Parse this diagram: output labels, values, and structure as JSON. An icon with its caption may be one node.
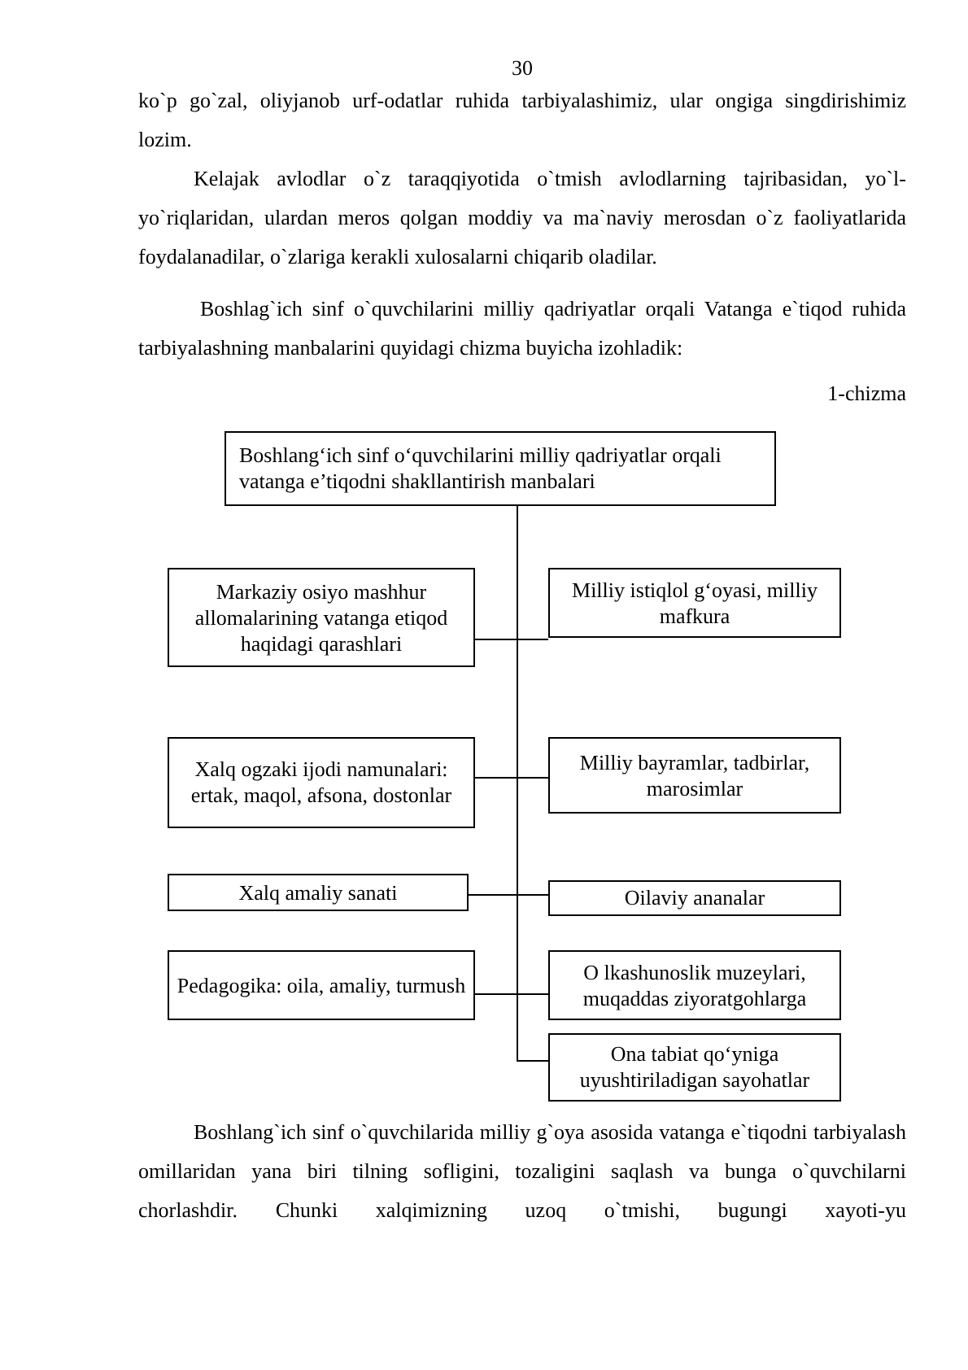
{
  "diagram": {
    "nodes": [
      {
        "text": [
          "Boshlang‘ich sinf o‘quvchilarini milliy qadriyatlar orqali vatanga e’tiqodni shakllantirish manbalari"
        ]
      },
      {
        "text": [
          "Markaziy osiyo mashhur allomalarining vatanga etiqod haqidagi qarashlari"
        ]
      },
      {
        "text": [
          "Milliy istiqlol g‘oyasi, milliy mafkura"
        ]
      },
      {
        "text": [
          "Xalq ogzaki ijodi namunalari: ertak, maqol, afsona, dostonlar"
        ]
      },
      {
        "text": [
          "Milliy bayramlar, tadbirlar, marosimlar"
        ]
      },
      {
        "text": [
          "Xalq amaliy sanati"
        ]
      },
      {
        "text": [
          "Oilaviy ananalar"
        ]
      },
      {
        "text": [
          "Pedagogika: oila, amaliy, turmush"
        ]
      },
      {
        "text": [
          "O lkashunoslik muzeylari, muqaddas ziyoratgohlarga"
        ]
      },
      {
        "text": [
          "Ona tabiat qo‘yniga uyushtiriladigan sayohatlar"
        ]
      }
    ],
    "edges": [
      {
        "from": 0,
        "to": 1,
        "arrow": "none"
      },
      {
        "from": 0,
        "to": 2,
        "arrow": "none"
      },
      {
        "from": 0,
        "to": 3,
        "arrow": "none"
      },
      {
        "from": 0,
        "to": 4,
        "arrow": "none"
      },
      {
        "from": 0,
        "to": 5,
        "arrow": "none"
      },
      {
        "from": 0,
        "to": 6,
        "arrow": "none"
      },
      {
        "from": 0,
        "to": 7,
        "arrow": "none"
      },
      {
        "from": 0,
        "to": 8,
        "arrow": "none"
      },
      {
        "from": 0,
        "to": 9,
        "arrow": "none"
      }
    ],
    "labels": [
      "30",
      "ko`p go`zal, oliyjanob urf-odatlar ruhida tarbiyalashimiz, ular ongiga singdirishimiz lozim.",
      "Kelajak avlodlar o`z taraqqiyotida o`tmish avlodlarning tajribasidan, yo`l-yo`riqlaridan, ulardan meros qolgan moddiy va ma`naviy merosdan o`z faoliyatlarida foydalanadilar, o`zlariga kerakli xulosalarni chiqarib oladilar.",
      "Boshlag`ich sinf o`quvchilarini milliy qadriyatlar orqali Vatanga e`tiqod ruhida tarbiyalashning manbalarini quyidagi chizma buyicha izohladik:",
      "1-chizma",
      "Boshlang`ich sinf o`quvchilarida milliy g`oya asosida vatanga e`tiqodni tarbiyalash omillaridan yana biri tilning sofligini, tozaligini saqlash va bunga o`quvchilarni chorlashdir. Chunki xalqimizning uzoq o`tmishi, bugungi xayoti-yu"
    ]
  }
}
